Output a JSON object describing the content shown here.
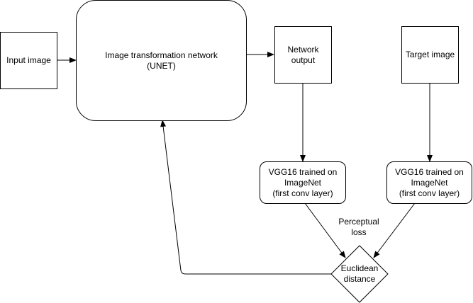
{
  "nodes": {
    "input_image": "Input image",
    "transformation_network": "Image transformation network\n(UNET)",
    "network_output": "Network\noutput",
    "target_image": "Target image",
    "vgg_left": "VGG16 trained on\nImageNet\n(first conv layer)",
    "vgg_right": "VGG16 trained on\nImageNet\n(first conv layer)",
    "euclidean_distance": "Euclidean\ndistance"
  },
  "edge_labels": {
    "perceptual_loss": "Perceptual\nloss"
  }
}
